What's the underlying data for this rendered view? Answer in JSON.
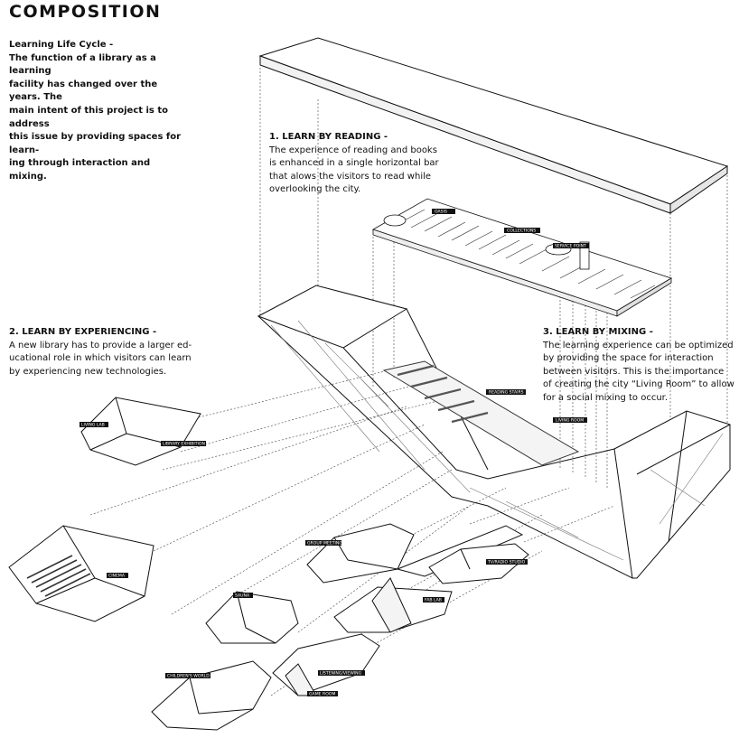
{
  "title": "COMPOSITION",
  "intro": {
    "heading": "Learning Life Cycle -",
    "body": "The function of a library as a learning\nfacility has changed over the years. The\nmain intent of this project is to address\nthis issue by providing spaces for learn-\ning through interaction and mixing."
  },
  "reading": {
    "heading": "1. LEARN BY READING -",
    "body": "The experience of reading and books\nis enhanced in a single horizontal bar\nthat alows the visitors to read while\noverlooking the city."
  },
  "experiencing": {
    "heading": "2. LEARN BY EXPERIENCING -",
    "body": "A new library has to provide a larger ed-\nucational role in which visitors can learn\nby experiencing new technologies."
  },
  "mixing": {
    "heading": "3. LEARN BY MIXING -",
    "body": "The learning experience can be optimized\nby providing the space for interaction\nbetween visitors. This is the importance\nof creating the city “Living Room” to allow\nfor a social mixing to occur."
  },
  "labels": {
    "oasis": "OASIS",
    "collections": "COLLECTIONS",
    "service_point": "SERVICE POINT",
    "reading_stairs": "READING STAIRS",
    "living_room": "LIVING ROOM",
    "living_lab": "LIVING LAB",
    "library_exhibition": "LIBRARY EXHIBITION",
    "cinema": "CINEMA",
    "group_meeting": "GROUP MEETING",
    "tv_radio_studio": "TV/RADIO STUDIO",
    "sauna": "SAUNA",
    "fab_lab": "FAB LAB",
    "childrens_world": "CHILDREN'S WORLD",
    "listening_viewing": "LISTENING/VIEWING",
    "game_room": "GAME ROOM"
  }
}
